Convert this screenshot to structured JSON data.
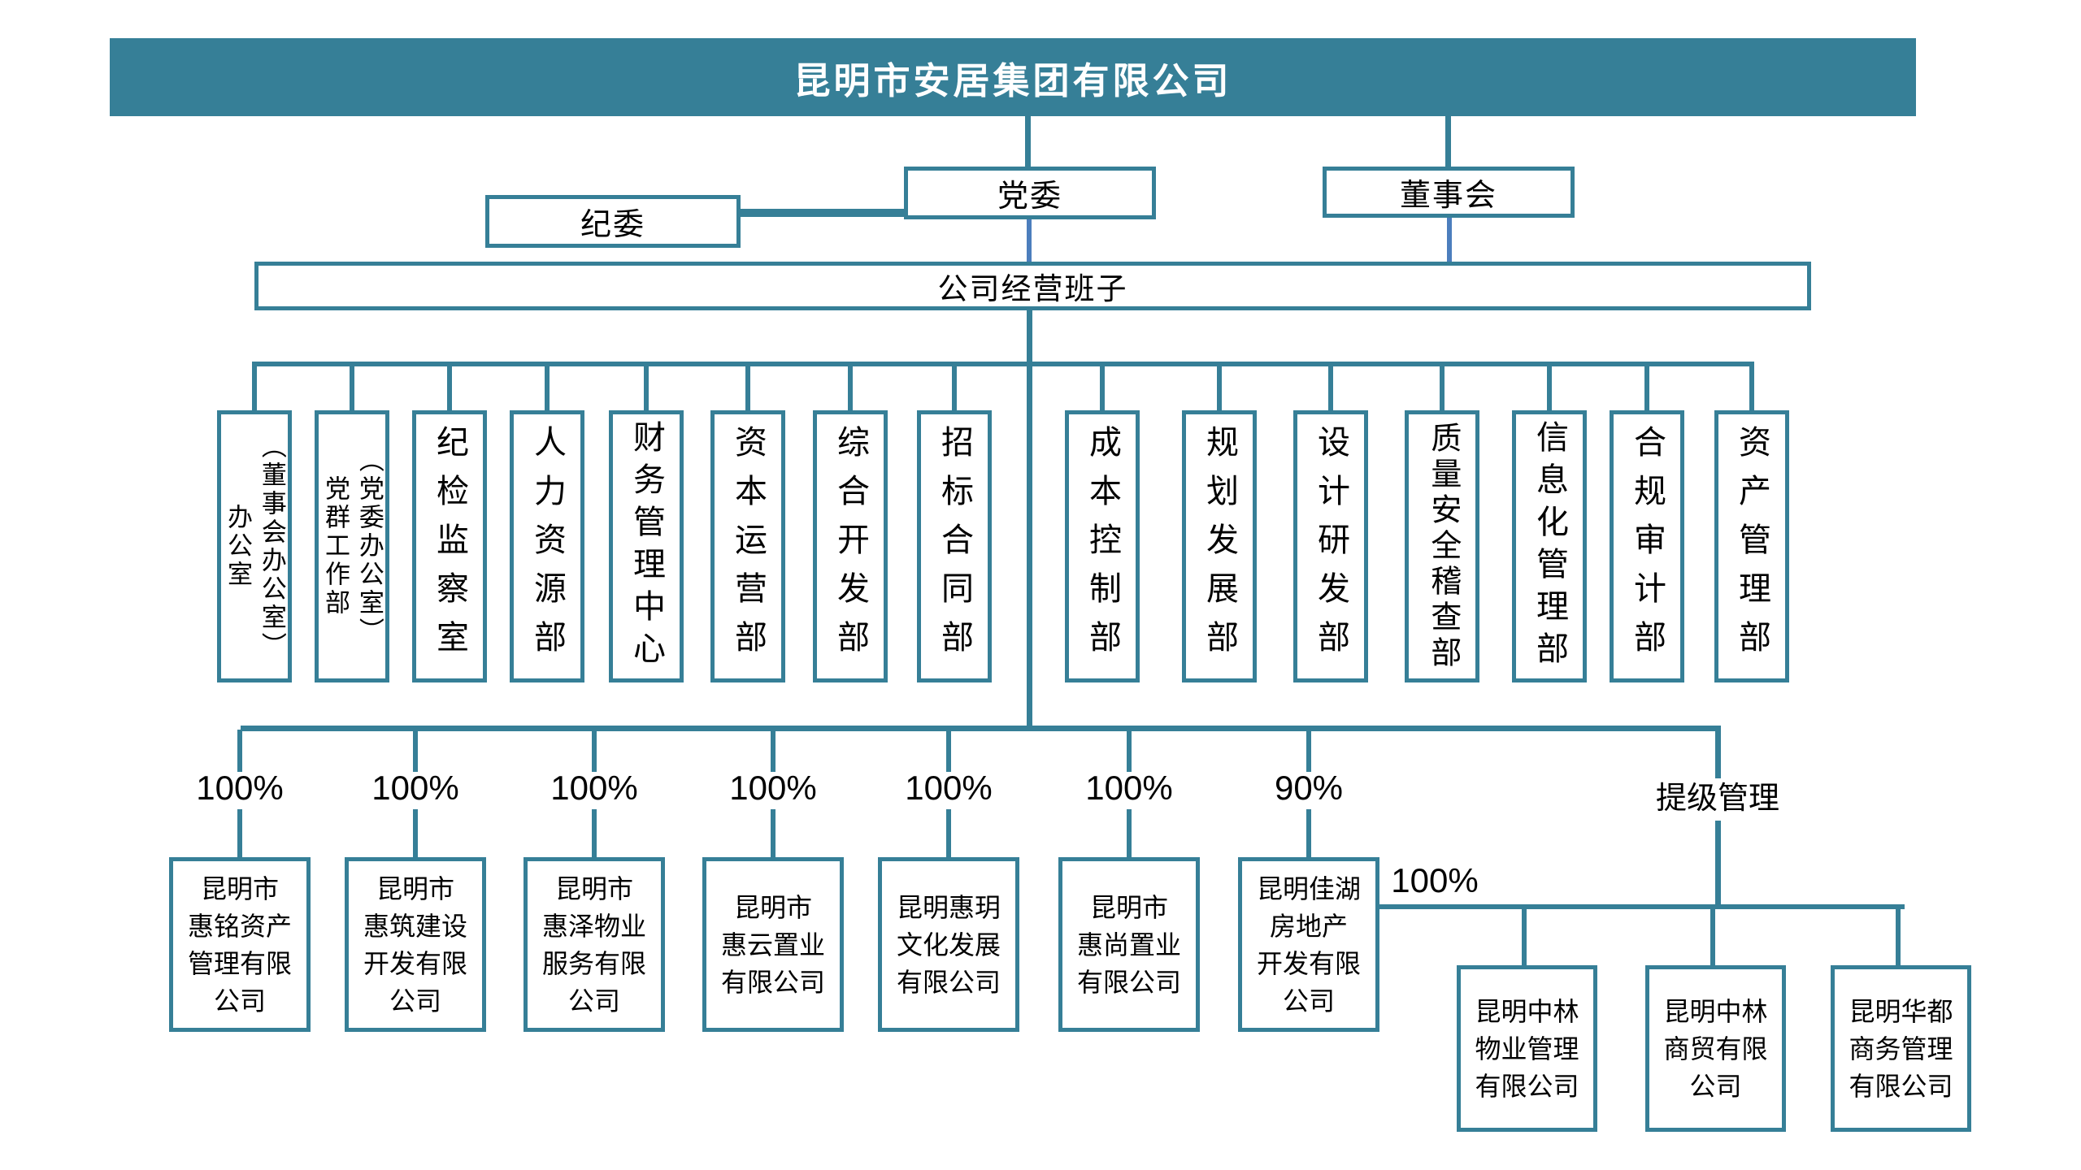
{
  "title": "昆明市安居集团有限公司",
  "governance": {
    "party_committee": "党委",
    "board": "董事会",
    "discipline_committee": "纪委",
    "management_team": "公司经营班子"
  },
  "departments": [
    {
      "name": "办公室\n（董事会办公室）"
    },
    {
      "name": "党群工作部\n（党委办公室）"
    },
    {
      "name": "纪检监察室"
    },
    {
      "name": "人力资源部"
    },
    {
      "name": "财务管理中心"
    },
    {
      "name": "资本运营部"
    },
    {
      "name": "综合开发部"
    },
    {
      "name": "招标合同部"
    },
    {
      "name": "成本控制部"
    },
    {
      "name": "规划发展部"
    },
    {
      "name": "设计研发部"
    },
    {
      "name": "质量安全稽查部"
    },
    {
      "name": "信息化管理部"
    },
    {
      "name": "合规审计部"
    },
    {
      "name": "资产管理部"
    }
  ],
  "subsidiaries": [
    {
      "ownership": "100%",
      "name": "昆明市\n惠铭资产\n管理有限\n公司"
    },
    {
      "ownership": "100%",
      "name": "昆明市\n惠筑建设\n开发有限\n公司"
    },
    {
      "ownership": "100%",
      "name": "昆明市\n惠泽物业\n服务有限\n公司"
    },
    {
      "ownership": "100%",
      "name": "昆明市\n惠云置业\n有限公司"
    },
    {
      "ownership": "100%",
      "name": "昆明惠玥\n文化发展\n有限公司"
    },
    {
      "ownership": "100%",
      "name": "昆明市\n惠尚置业\n有限公司"
    },
    {
      "ownership": "90%",
      "name": "昆明佳湖\n房地产\n开发有限\n公司"
    }
  ],
  "escalated": {
    "label": "提级管理",
    "ownership": "100%",
    "companies": [
      {
        "name": "昆明中林\n物业管理\n有限公司"
      },
      {
        "name": "昆明中林\n商贸有限\n公司"
      },
      {
        "name": "昆明华都\n商务管理\n有限公司"
      }
    ]
  },
  "colors": {
    "teal": "#367F97",
    "blue": "#4C7EBD"
  }
}
